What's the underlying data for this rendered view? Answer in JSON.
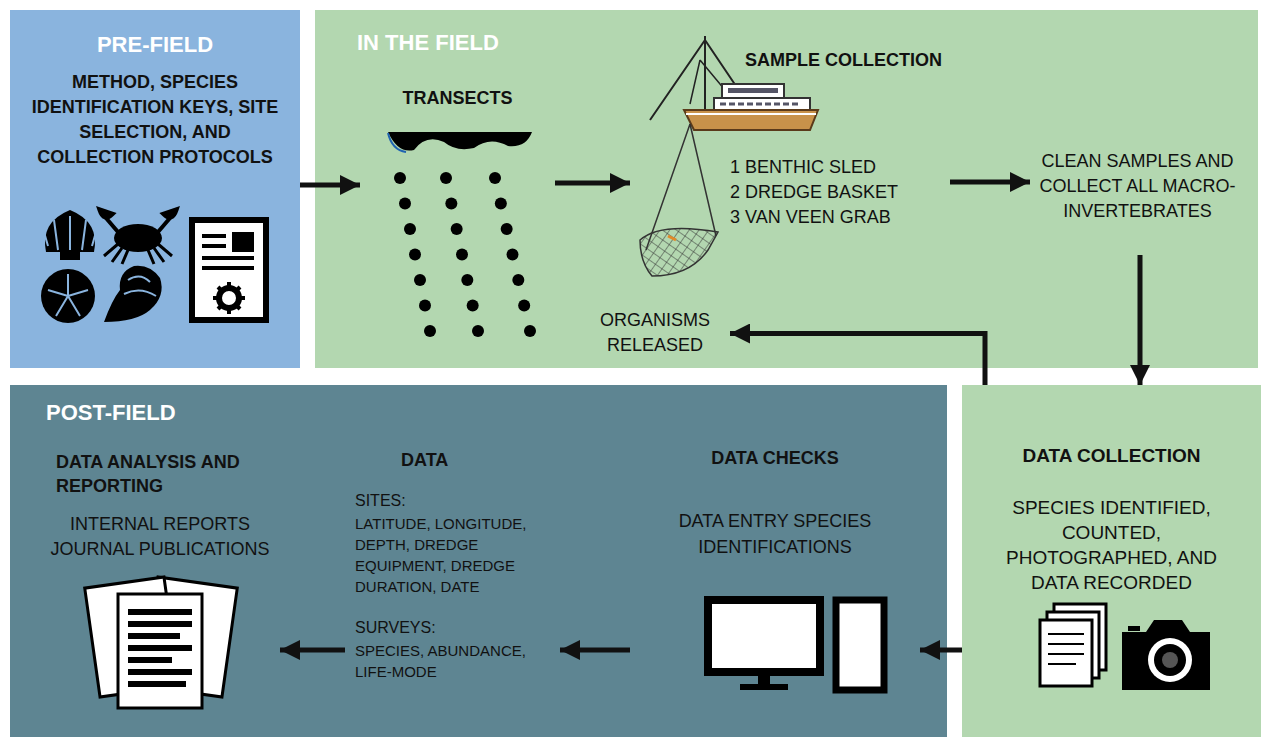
{
  "diagram": {
    "nodes": [
      {
        "text": [
          "PRE-FIELD",
          "METHOD, SPECIES IDENTIFICATION KEYS, SITE SELECTION, AND COLLECTION PROTOCOLS"
        ]
      },
      {
        "text": [
          "IN THE FIELD"
        ]
      },
      {
        "text": [
          "TRANSECTS"
        ],
        "in": 1
      },
      {
        "text": [
          "SAMPLE COLLECTION",
          "1 BENTHIC SLED",
          "2 DREDGE BASKET",
          "3 VAN VEEN GRAB"
        ],
        "in": 1
      },
      {
        "text": [
          "CLEAN SAMPLES AND COLLECT ALL MACRO- INVERTEBRATES"
        ],
        "in": 1
      },
      {
        "text": [
          "ORGANISMS RELEASED"
        ],
        "in": 1
      },
      {
        "text": [
          "DATA COLLECTION",
          "SPECIES IDENTIFIED, COUNTED, PHOTOGRAPHED, AND DATA RECORDED"
        ]
      },
      {
        "text": [
          "POST-FIELD"
        ]
      },
      {
        "text": [
          "DATA ANALYSIS AND REPORTING",
          "INTERNAL REPORTS JOURNAL PUBLICATIONS"
        ],
        "in": 7
      },
      {
        "text": [
          "DATA",
          "SITES:",
          "LATITUDE, LONGITUDE, DEPTH, DREDGE EQUIPMENT, DREDGE DURATION, DATE",
          "SURVEYS:",
          "SPECIES, ABUNDANCE, LIFE-MODE"
        ],
        "in": 7
      },
      {
        "text": [
          "DATA CHECKS",
          "DATA ENTRY SPECIES IDENTIFICATIONS"
        ],
        "in": 7
      }
    ],
    "edges": [
      {
        "from": 0,
        "to": 2,
        "arrow": "to"
      },
      {
        "from": 2,
        "to": 3,
        "arrow": "to"
      },
      {
        "from": 3,
        "to": 4,
        "arrow": "to"
      },
      {
        "from": 4,
        "to": 6,
        "arrow": "to"
      },
      {
        "from": 6,
        "to": 5,
        "arrow": "to"
      },
      {
        "from": 6,
        "to": 10,
        "arrow": "to"
      },
      {
        "from": 10,
        "to": 9,
        "arrow": "to"
      },
      {
        "from": 9,
        "to": 8,
        "arrow": "to"
      }
    ]
  }
}
